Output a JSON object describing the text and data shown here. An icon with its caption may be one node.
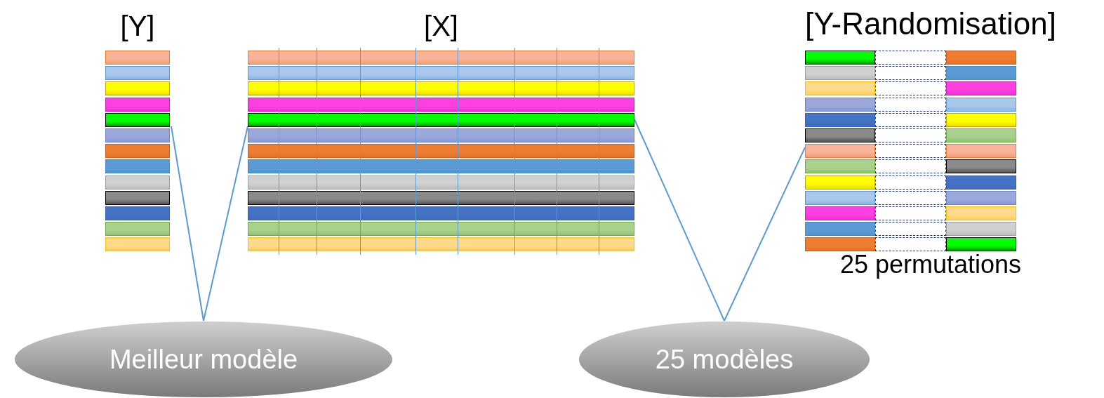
{
  "diagram": {
    "nodes": [
      {
        "text": [
          "[Y]"
        ]
      },
      {
        "text": [
          "[X]"
        ]
      },
      {
        "text": [
          "[Y-Randomisation]"
        ],
        "beside": [
          "25 permutations"
        ]
      },
      {
        "text": [
          "Meilleur modèle"
        ]
      },
      {
        "text": [
          "25 modèles"
        ]
      }
    ],
    "edges": [
      {
        "from": 0,
        "to": 3,
        "arrow": "none"
      },
      {
        "from": 1,
        "to": 3,
        "arrow": "none"
      },
      {
        "from": 1,
        "to": 4,
        "arrow": "none"
      },
      {
        "from": 2,
        "to": 4,
        "arrow": "none"
      }
    ]
  }
}
